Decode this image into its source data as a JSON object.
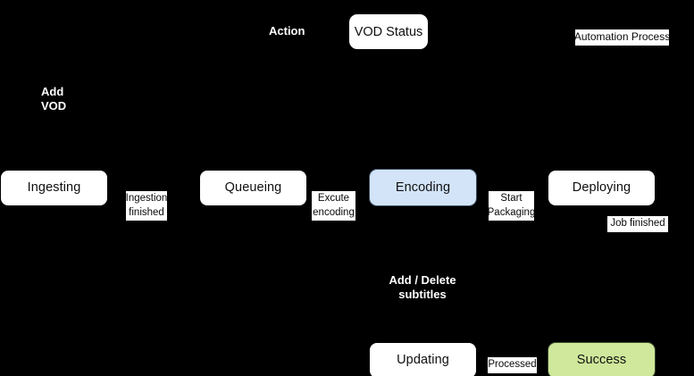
{
  "diagram": {
    "title_label": "Action",
    "status_pill": "VOD Status",
    "process_tag": "Automation Process",
    "entry_action": {
      "line1": "Add",
      "line2": "VOD"
    },
    "mid_action": {
      "line1": "Add / Delete",
      "line2": "subtitles"
    }
  },
  "states": [
    {
      "label": "Ingesting",
      "style": "white"
    },
    {
      "label": "Queueing",
      "style": "white"
    },
    {
      "label": "Encoding",
      "style": "blue"
    },
    {
      "label": "Deploying",
      "style": "white"
    },
    {
      "label": "Updating",
      "style": "white"
    },
    {
      "label": "Success",
      "style": "green"
    }
  ],
  "transitions": [
    {
      "line1": "Ingestion",
      "line2": "finished"
    },
    {
      "line1": "Excute",
      "line2": "encoding"
    },
    {
      "line1": "Start",
      "line2": "Packaging"
    },
    {
      "line1": "Job finished",
      "line2": ""
    },
    {
      "line1": "Processed",
      "line2": ""
    }
  ],
  "colors": {
    "background": "#000000",
    "box_fill": "#ffffff",
    "encoding_fill": "#d3e4f8",
    "success_fill": "#cfe89b",
    "text_on_black": "#ffffff",
    "text_on_white": "#0f0f0f"
  }
}
